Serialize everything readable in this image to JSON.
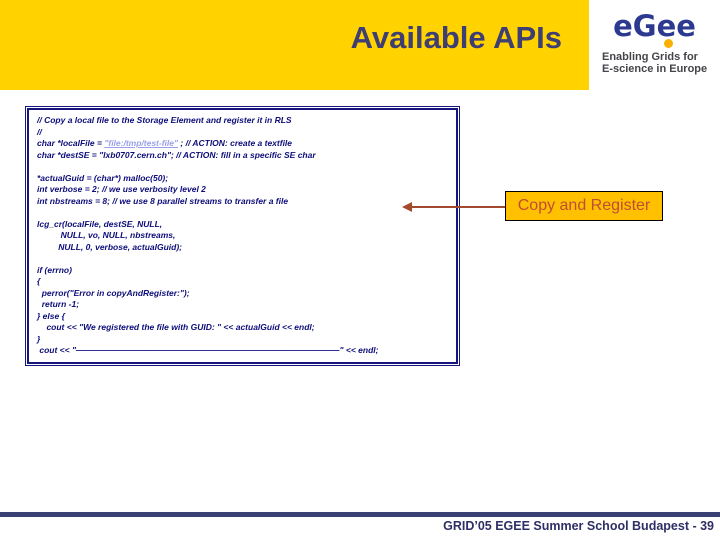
{
  "header": {
    "title": "Available APIs"
  },
  "logo": {
    "brand": "eGee",
    "tagline_line1": "Enabling Grids for",
    "tagline_line2": "E-science in Europe"
  },
  "code_panel": {
    "local_file_line": {
      "prefix": "char *localFile = ",
      "link": "\"file:/tmp/test-file\"",
      "suffix": " ; // ACTION: create a textfile"
    },
    "lines": [
      "// Copy a local file to the Storage Element and register it in RLS",
      "//",
      "char *destSE = \"lxb0707.cern.ch\"; // ACTION: fill in a specific SE char",
      "",
      "*actualGuid = (char*) malloc(50);",
      "int verbose = 2; // we use verbosity level 2",
      "int nbstreams = 8; // we use 8 parallel streams to transfer a file",
      "",
      "lcg_cr(localFile, destSE, NULL,",
      "          NULL, vo, NULL, nbstreams,",
      "         NULL, 0, verbose, actualGuid);",
      "",
      "if (errno)",
      "{",
      "  perror(\"Error in copyAndRegister:\");",
      "  return -1;",
      "} else {",
      "    cout << \"We registered the file with GUID: \" << actualGuid << endl;",
      "}",
      " cout << \"———————————————————————————————\" << endl;"
    ]
  },
  "callout": {
    "label": "Copy and Register"
  },
  "footer": {
    "text": "GRID’05 EGEE Summer School Budapest - 39"
  },
  "colors": {
    "header_yellow": "#FFD200",
    "title_navy": "#3E3E72",
    "code_navy": "#0D0D7A",
    "link_blue": "#99A0E8",
    "callout_fill": "#FFC000",
    "callout_text": "#C04E35",
    "arrow_brown": "#A34A2E",
    "footer_navy": "#3A4173",
    "logo_blue": "#2B3990",
    "logo_orange": "#F9B000"
  }
}
